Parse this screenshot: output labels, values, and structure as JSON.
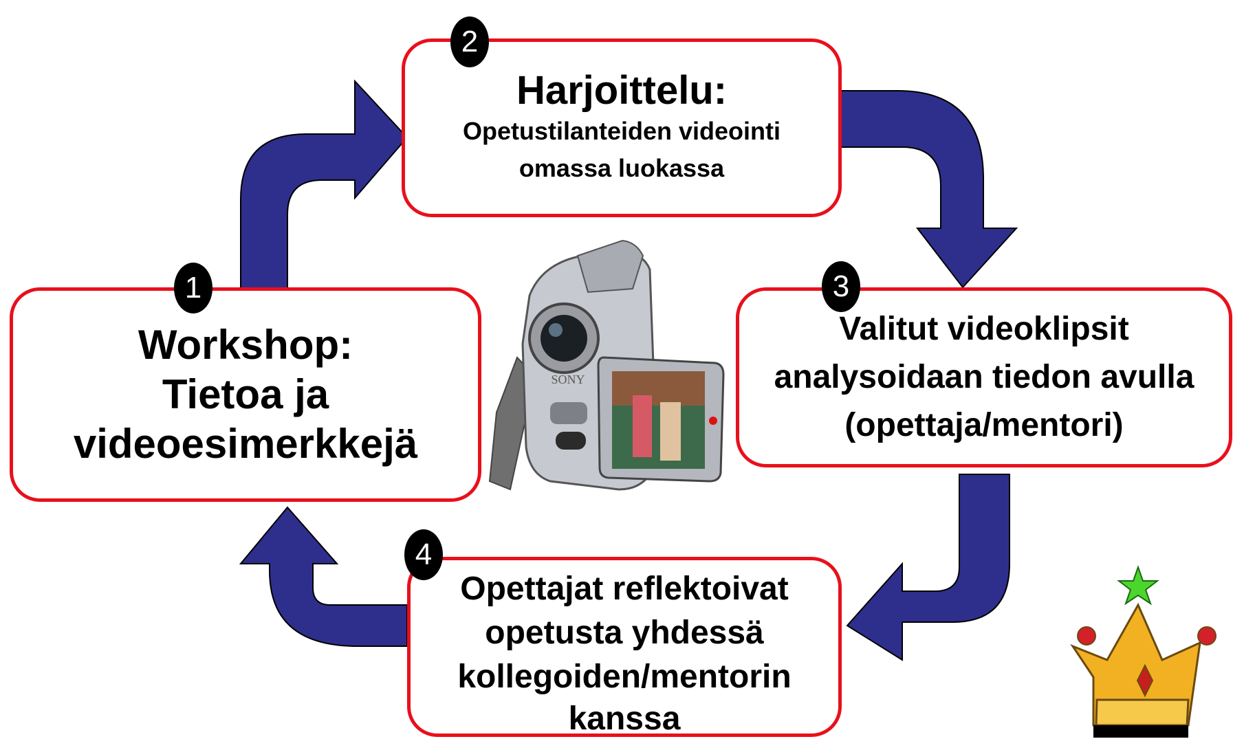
{
  "steps": [
    {
      "number": "1",
      "lines": [
        "Workshop:",
        "Tietoa ja",
        "videoesimerkkejä"
      ]
    },
    {
      "number": "2",
      "title": "Harjoittelu:",
      "lines": [
        "Opetustilanteiden videointi",
        "omassa luokassa"
      ]
    },
    {
      "number": "3",
      "lines": [
        "Valitut videoklipsit",
        "analysoidaan tiedon avulla",
        "(opettaja/mentori)"
      ]
    },
    {
      "number": "4",
      "lines": [
        "Opettajat reflektoivat",
        "opetusta yhdessä",
        "kollegoiden/mentorin",
        "kanssa"
      ]
    }
  ],
  "camera_brand": "SONY",
  "icons": [
    "video-camera-icon",
    "crown-icon"
  ],
  "colors": {
    "arrow": "#2e2f8c",
    "border": "#e8101c",
    "badge": "#000000",
    "crown": "#f2b122"
  }
}
